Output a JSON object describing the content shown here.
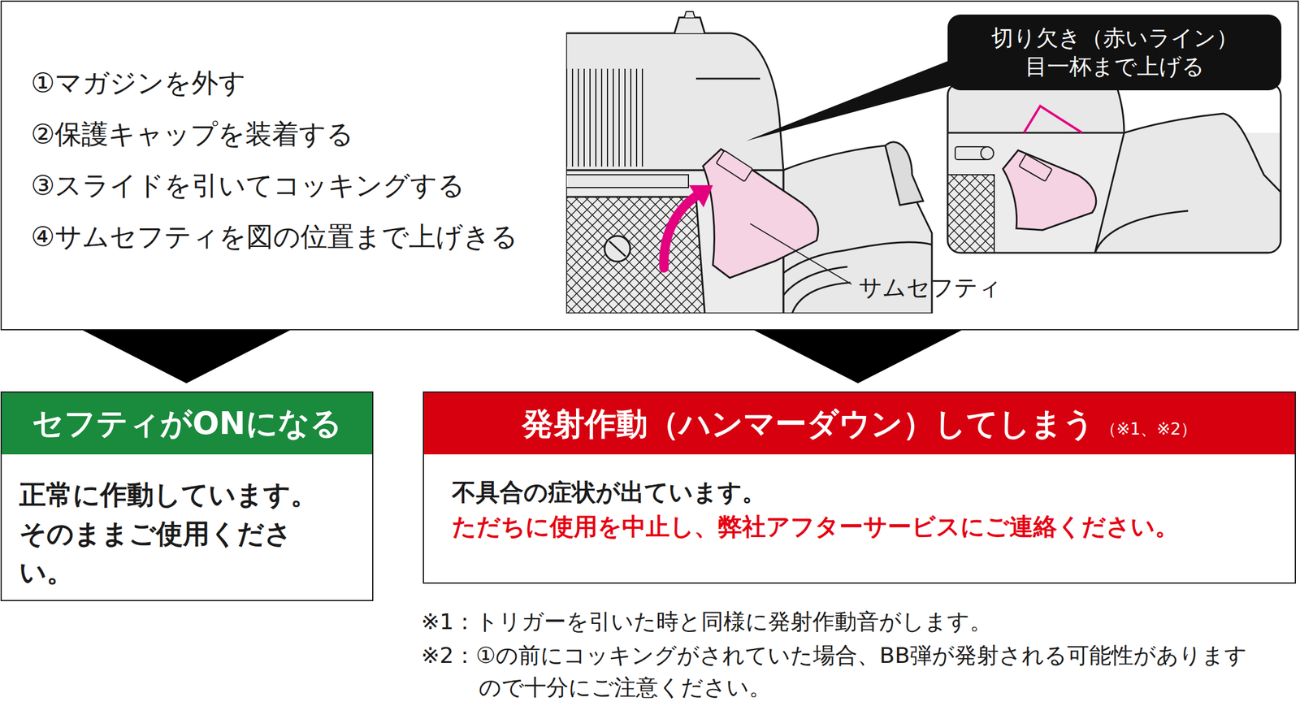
{
  "diagram": {
    "nodes": [
      {
        "text": [
          "①マガジンを外す",
          "②保護キャップを装着する",
          "③スライドを引いてコッキングする",
          "④サムセフティを図の位置まで上げきる"
        ]
      },
      {
        "text": [
          "切り欠き（赤いライン） 目一杯まで上げる"
        ],
        "in": 0
      },
      {
        "text": [
          "セフティがONになる",
          "正常に作動しています。 そのままご使用ください。"
        ]
      },
      {
        "text": [
          "発射作動（ハンマーダウン）してしまう",
          "（※1、※2）",
          "不具合の症状が出ています。",
          "ただちに使用を中止し、弊社アフターサービスにご連絡ください。"
        ]
      }
    ],
    "edges": [
      {
        "from": 0,
        "to": 2,
        "arrow": "to"
      },
      {
        "from": 0,
        "to": 3,
        "arrow": "to"
      }
    ],
    "labels": [
      "サムセフティ",
      "※1：トリガーを引いた時と同様に発射作動音がします。",
      "※2：①の前にコッキングがされていた場合、BB弾が発射される可能性がありますので十分にご注意ください。"
    ]
  }
}
